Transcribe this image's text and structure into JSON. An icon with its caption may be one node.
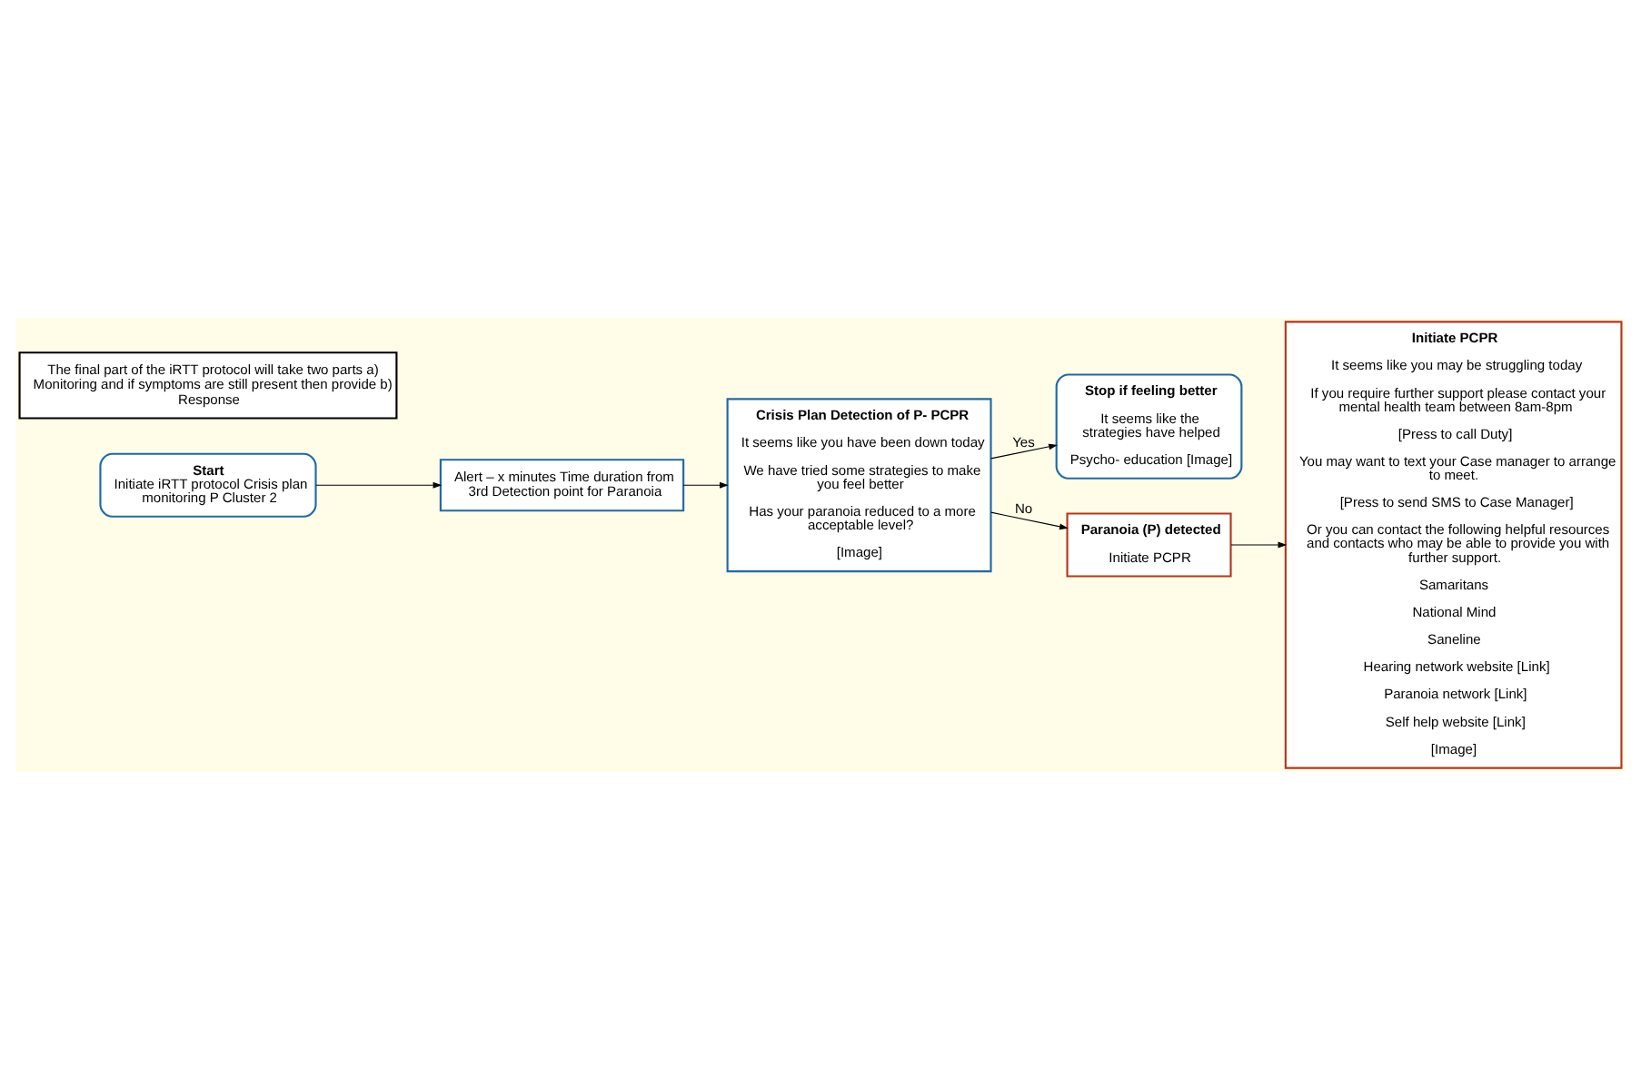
{
  "diagram": {
    "nodes": [
      {
        "text": [
          "Start",
          "Initiate iRTT protocol Crisis plan monitoring P Cluster 2"
        ]
      },
      {
        "text": [
          "Alert – x minutes Time duration from 3rd Detection point for Paranoia"
        ]
      },
      {
        "text": [
          "Crisis Plan Detection of P- PCPR",
          "It seems like you have been down today",
          "We have tried some strategies to make you feel better",
          "Has your paranoia reduced to a more acceptable level?",
          "[Image]"
        ]
      },
      {
        "text": [
          "Stop if feeling better",
          "It seems like the strategies have helped",
          "Psycho- education [Image]"
        ]
      },
      {
        "text": [
          "Paranoia (P) detected",
          "Initiate PCPR"
        ]
      },
      {
        "text": [
          "Initiate PCPR",
          "It seems like you may be struggling today",
          "If you require further support please contact your mental health team between 8am-8pm",
          "[Press to call Duty]",
          "You may want to text your Case manager to arrange to meet.",
          "[Press to send SMS to Case Manager]",
          "Or you can contact the following helpful resources and contacts who may be able to provide you with further support.",
          "Samaritans",
          "National Mind",
          "Saneline",
          "Hearing network website [Link]",
          "Paranoia network [Link]",
          "Self help website [Link]",
          "[Image]"
        ]
      },
      {
        "text": [
          "The final part of the iRTT protocol will take two parts a) Monitoring and if symptoms are still present then provide b) Response"
        ]
      }
    ],
    "edges": [
      {
        "from": 0,
        "to": 1,
        "arrow": "to"
      },
      {
        "from": 1,
        "to": 2,
        "arrow": "to"
      },
      {
        "from": 2,
        "to": 3,
        "arrow": "to",
        "label": "Yes"
      },
      {
        "from": 2,
        "to": 4,
        "arrow": "to",
        "label": "No"
      },
      {
        "from": 4,
        "to": 5,
        "arrow": "to"
      }
    ]
  }
}
